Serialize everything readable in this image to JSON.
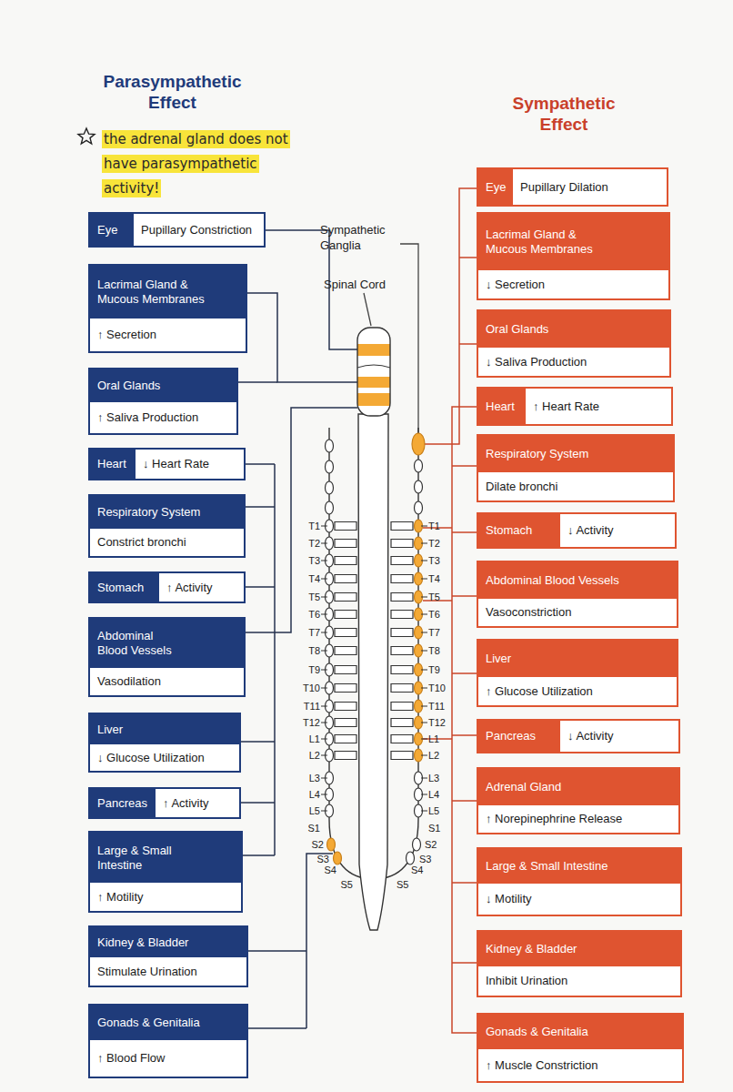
{
  "diagram": {
    "nodes": [
      {
        "text": [
          "Eye",
          "Pupillary Constriction"
        ]
      },
      {
        "text": [
          "Lacrimal Gland & Mucous Membranes",
          "↑ Secretion"
        ]
      },
      {
        "text": [
          "Oral Glands",
          "↑ Saliva Production"
        ]
      },
      {
        "text": [
          "Heart",
          "↓ Heart Rate"
        ]
      },
      {
        "text": [
          "Respiratory System",
          "Constrict bronchi"
        ]
      },
      {
        "text": [
          "Stomach",
          "↑ Activity"
        ]
      },
      {
        "text": [
          "Abdominal Blood Vessels",
          "Vasodilation"
        ]
      },
      {
        "text": [
          "Liver",
          "↓ Glucose Utilization"
        ]
      },
      {
        "text": [
          "Pancreas",
          "↑ Activity"
        ]
      },
      {
        "text": [
          "Large & Small Intestine",
          "↑ Motility"
        ]
      },
      {
        "text": [
          "Kidney & Bladder",
          "Stimulate Urination"
        ]
      },
      {
        "text": [
          "Gonads & Genitalia",
          "↑ Blood Flow"
        ]
      },
      {
        "text": [
          "Eye",
          "Pupillary Dilation"
        ]
      },
      {
        "text": [
          "Lacrimal Gland & Mucous Membranes",
          "↓ Secretion"
        ]
      },
      {
        "text": [
          "Oral Glands",
          "↓ Saliva Production"
        ]
      },
      {
        "text": [
          "Heart",
          "↑ Heart Rate"
        ]
      },
      {
        "text": [
          "Respiratory System",
          "Dilate bronchi"
        ]
      },
      {
        "text": [
          "Stomach",
          "↓ Activity"
        ]
      },
      {
        "text": [
          "Abdominal Blood Vessels",
          "Vasoconstriction"
        ]
      },
      {
        "text": [
          "Liver",
          "↑ Glucose Utilization"
        ]
      },
      {
        "text": [
          "Pancreas",
          "↓ Activity"
        ]
      },
      {
        "text": [
          "Adrenal Gland",
          "↑ Norepinephrine Release"
        ]
      },
      {
        "text": [
          "Large & Small Intestine",
          "↓ Motility"
        ]
      },
      {
        "text": [
          "Kidney & Bladder",
          "Inhibit Urination"
        ]
      },
      {
        "text": [
          "Gonads & Genitalia",
          "↑ Muscle Constriction"
        ]
      }
    ],
    "labels": [
      "Parasympathetic Effect",
      "Sympathetic Effect",
      "the adrenal gland does not have parasympathetic activity!",
      "Sympathetic Ganglia",
      "Spinal Cord",
      "T1",
      "T2",
      "T3",
      "T4",
      "T5",
      "T6",
      "T7",
      "T8",
      "T9",
      "T10",
      "T11",
      "T12",
      "L1",
      "L2",
      "L3",
      "L4",
      "L5",
      "S1",
      "S2",
      "S3",
      "S4",
      "S5",
      "T1",
      "T2",
      "T3",
      "T4",
      "T5",
      "T6",
      "T7",
      "T8",
      "T9",
      "T10",
      "T11",
      "T12",
      "L1",
      "L2",
      "L3",
      "L4",
      "L5",
      "S1",
      "S2",
      "S3",
      "S4",
      "S5"
    ]
  }
}
